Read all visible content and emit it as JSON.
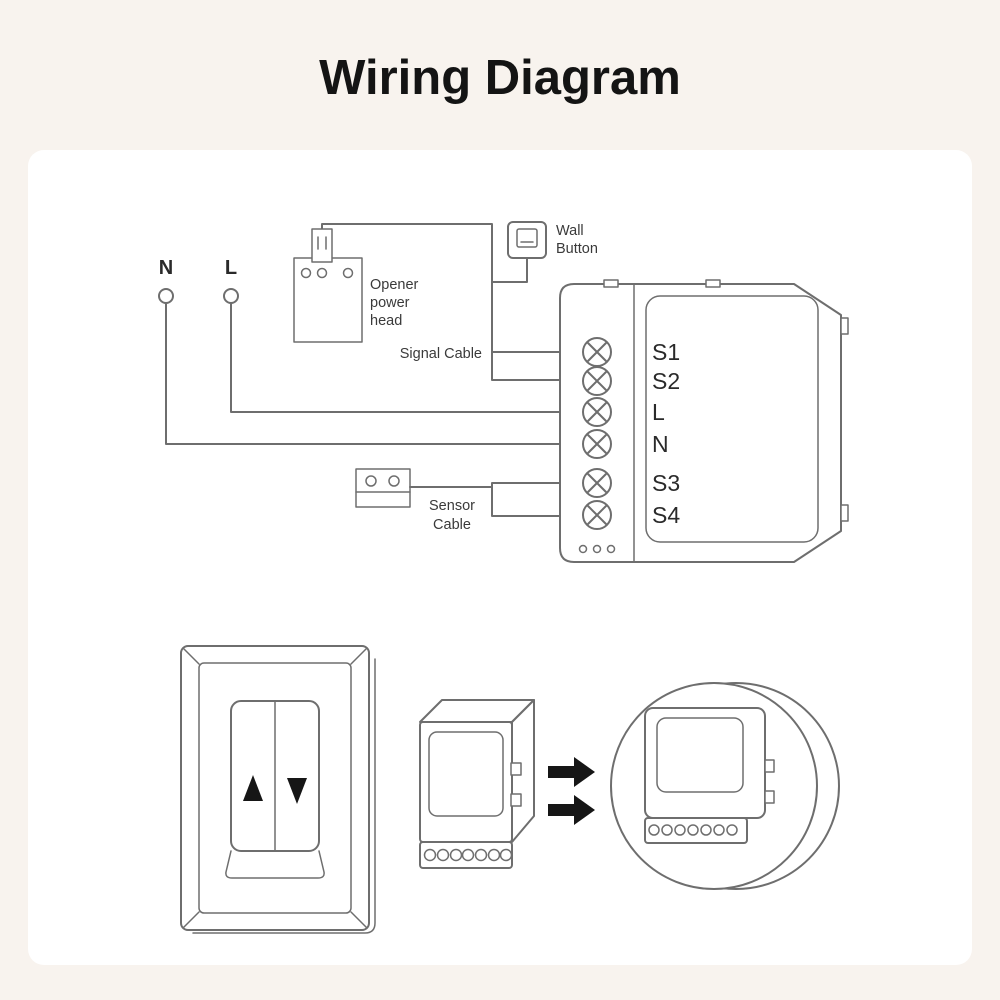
{
  "title": "Wiring Diagram",
  "colors": {
    "background": "#f8f3ee",
    "card": "#ffffff",
    "line": "#6e6e6e",
    "label": "#3a3a3a",
    "title": "#141414",
    "arrow": "#161616"
  },
  "icons": {
    "arrow_right": "►",
    "switch_up": "▲",
    "switch_down": "▼"
  },
  "top_diagram": {
    "neutral_label": "N",
    "live_label": "L",
    "opener_label_lines": [
      "Opener",
      "power",
      "head"
    ],
    "wall_button_label_lines": [
      "Wall",
      "Button"
    ],
    "signal_cable_label": "Signal Cable",
    "sensor_cable_label_lines": [
      "Sensor",
      "Cable"
    ],
    "module_terminals": [
      "S1",
      "S2",
      "L",
      "N",
      "S3",
      "S4"
    ]
  }
}
